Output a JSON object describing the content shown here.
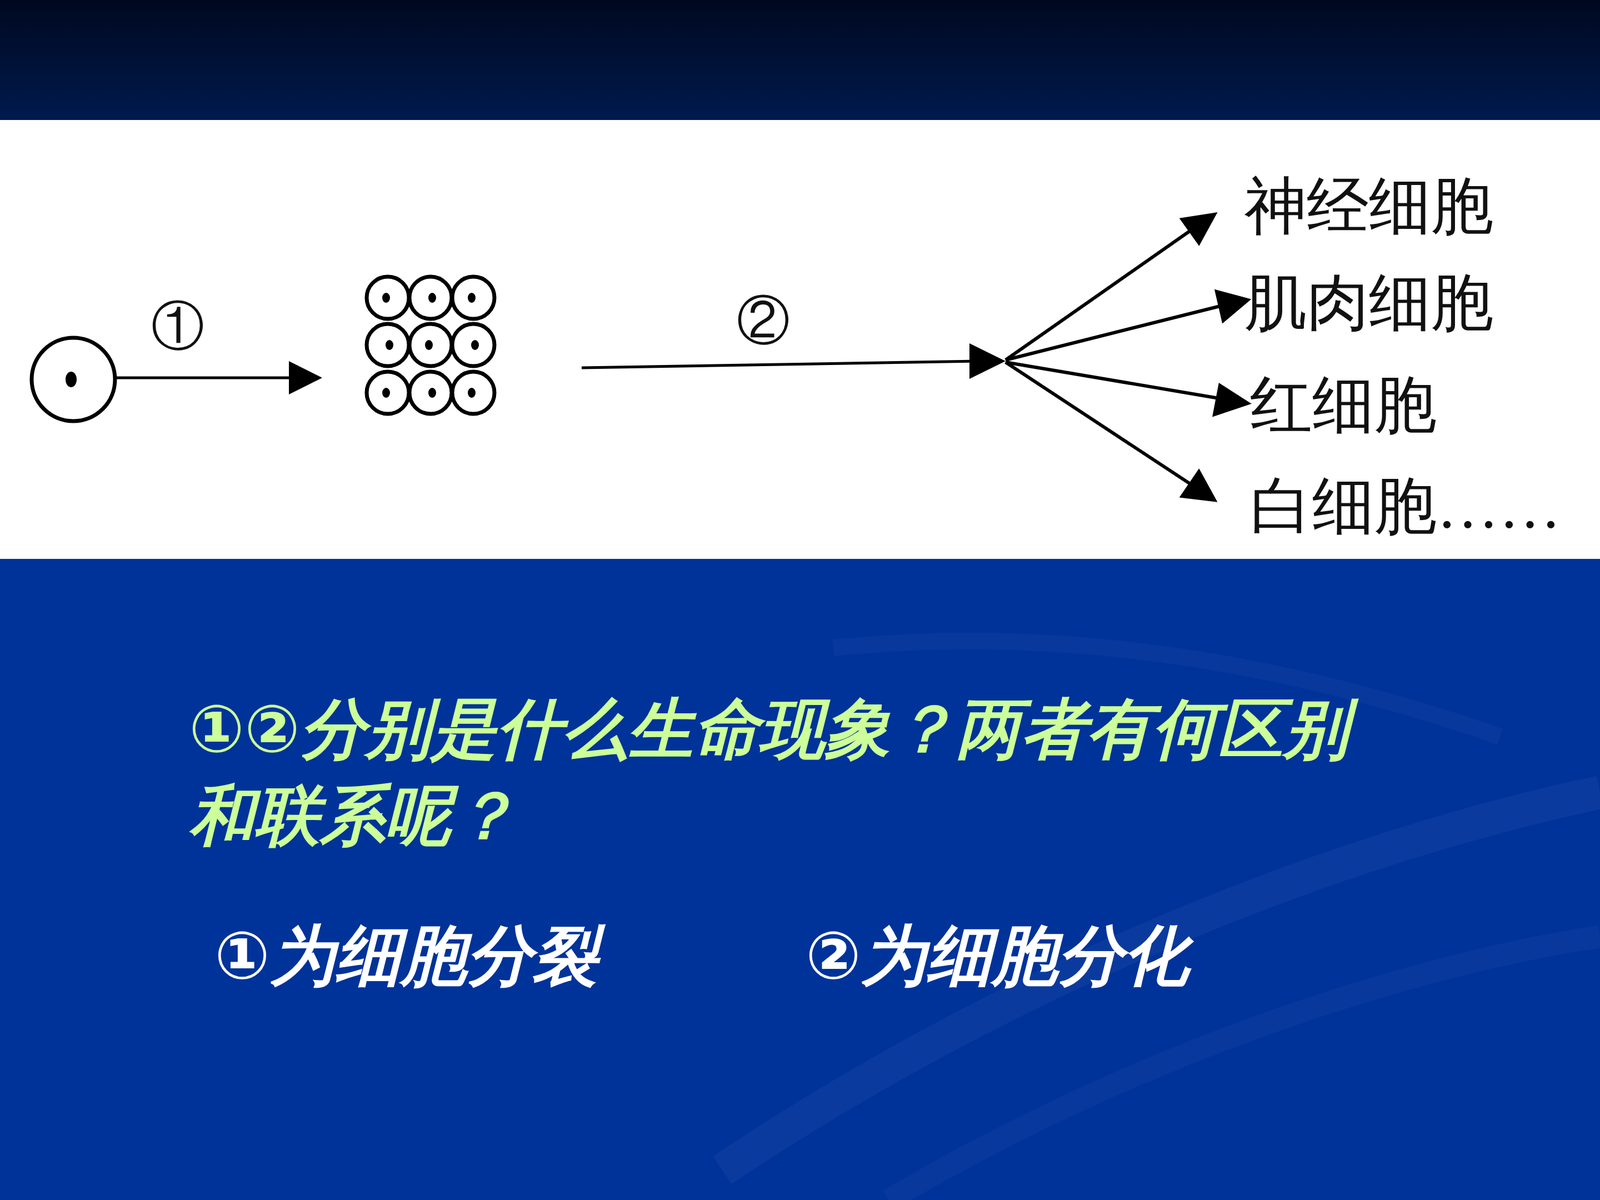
{
  "diagram": {
    "labels": [
      "①",
      "②",
      "神经细胞",
      "肌肉细胞",
      "红细胞",
      "白细胞……",
      "①②分别是什么生命现象？两者有何区别和联系呢？",
      "①为细胞分裂",
      "②为细胞分化"
    ]
  }
}
